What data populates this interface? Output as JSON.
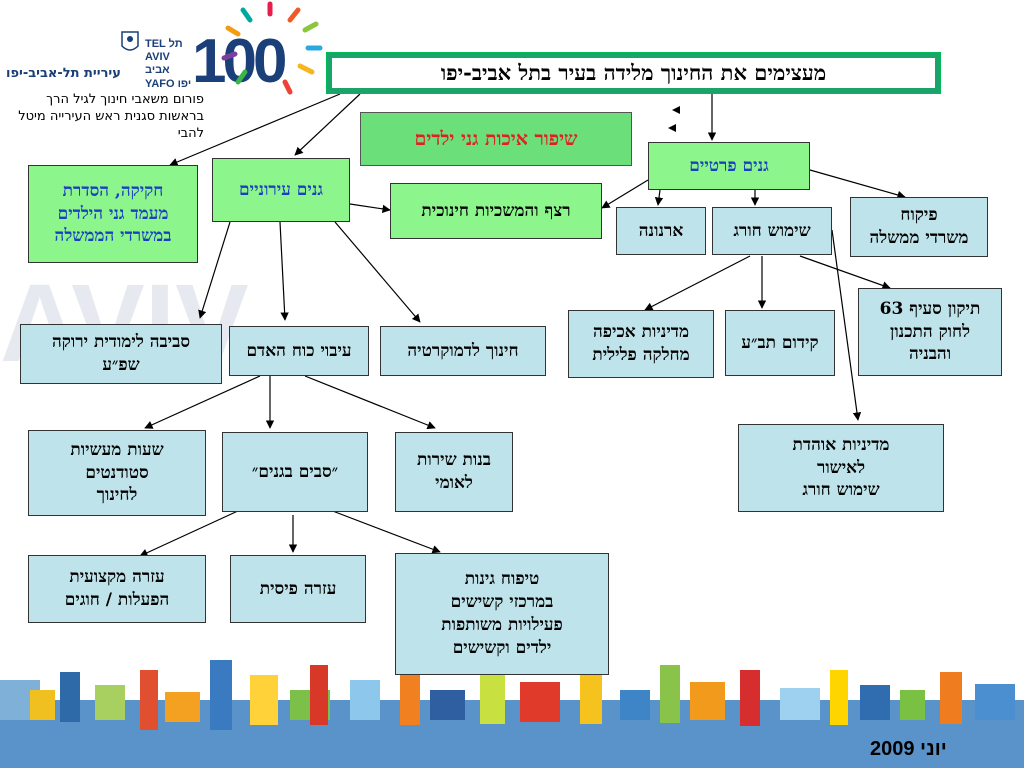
{
  "header": {
    "title": "מעצימים את החינוך מלידה בעיר בתל אביב-יפו",
    "subtitle_red": "שיפור איכות גני ילדים",
    "forum_lines": [
      "פורום משאבי חינוך לגיל הרך",
      "בראשות סגנית ראש העירייה מיטל להבי"
    ],
    "date": "יוני 2009"
  },
  "logo": {
    "city_name": "עיריית תל-אביב-יפו",
    "tel_aviv_lines": [
      "TEL תל",
      "AVIV אביב",
      "YAFO יפו"
    ],
    "centennial": "100"
  },
  "nodes": {
    "private_kg": "גנים פרטיים",
    "municipal_kg": "גנים עירוניים",
    "legislation": "חקיקה, הסדרת\nמעמד גני הילדים\nבמשרדי הממשלה",
    "continuity": "רצף והמשכיות חינוכית",
    "arnona": "ארנונה",
    "exceptional_use": "שימוש חורג",
    "supervision": "פיקוח\nמשרדי ממשלה",
    "enforcement": "מדיניות אכיפה\nמחלקה פלילית",
    "taba": "קידום תב״ע",
    "section63": "תיקון סעיף 63\nלחוק התכנון\nוהבניה",
    "policy": "מדיניות  אוהדת\nלאישור\nשימוש חורג",
    "green_env": "סביבה לימודית ירוקה\nשפ״ע",
    "manpower": "עיבוי כוח האדם",
    "democracy": "חינוך לדמוקרטיה",
    "students": "שעות מעשיות\nסטודנטים\nלחינוך",
    "grandparents": "״סבים בגנים״",
    "national_service": "בנות שירות\nלאומי",
    "prof_help": "עזרה מקצועית\nהפעלות / חוגים",
    "physical_help": "עזרה פיסית",
    "gardening": "טיפוח גינות\nבמרכזי קשישים\nפעילויות משותפות\nילדים וקשישים"
  },
  "colors": {
    "box_blue": "#bfe3ea",
    "box_green": "#8cf58c",
    "title_band": "#1aa36a",
    "red_text": "#e02020"
  }
}
